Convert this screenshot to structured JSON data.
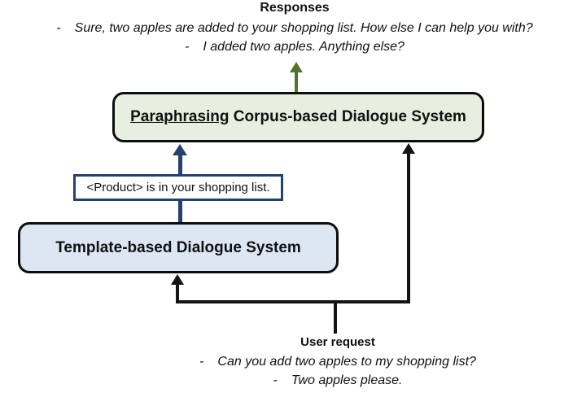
{
  "colors": {
    "green_box_bg": "#e7efe0",
    "blue_box_bg": "#dde7f3",
    "navy": "#24426d",
    "green_arrow": "#50732f",
    "line_black": "#141414"
  },
  "misc": {
    "dash": "-"
  },
  "responses": {
    "title": "Responses",
    "items": [
      "Sure, two apples are added to your shopping list. How else I can help you with?",
      "I added two apples. Anything else?"
    ]
  },
  "paraphrasing_box": {
    "label_underlined": "Paraphrasing",
    "label_rest": " Corpus-based Dialogue System"
  },
  "product_box": {
    "label": "<Product> is in your shopping list."
  },
  "template_box": {
    "label": "Template-based Dialogue System"
  },
  "user_request": {
    "title": "User request",
    "items": [
      "Can you add two apples to my shopping list?",
      "Two apples please."
    ]
  }
}
